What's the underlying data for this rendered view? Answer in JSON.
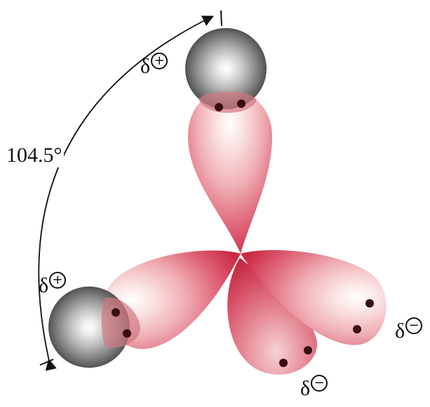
{
  "diagram": {
    "bond_angle_label": "104.5°",
    "charges": {
      "hydrogen_top": {
        "symbol": "δ",
        "sign": "+"
      },
      "hydrogen_left": {
        "symbol": "δ",
        "sign": "+"
      },
      "lone_pair_right": {
        "symbol": "δ",
        "sign": "−"
      },
      "lone_pair_bottom": {
        "symbol": "δ",
        "sign": "−"
      }
    },
    "colors": {
      "orbital_core": "#ffffff",
      "orbital_edge": "#cc2a45",
      "hydrogen_core": "#ffffff",
      "hydrogen_edge": "#3a3a3a",
      "electron": "#3a0d12",
      "arrow": "#111111"
    }
  }
}
